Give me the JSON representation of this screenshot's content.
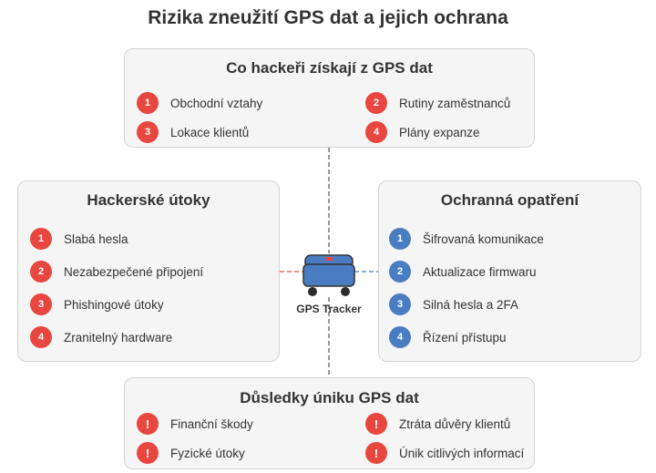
{
  "title": "Rizika zneužití GPS dat a jejich ochrana",
  "device": {
    "label": "GPS Tracker"
  },
  "colors": {
    "red": "#e8473f",
    "blue": "#4a7cc1",
    "box_bg": "#f5f5f5",
    "box_border": "#d4d4d4",
    "text": "#333333"
  },
  "top_box": {
    "title": "Co hackeři získají z GPS dat",
    "items": [
      {
        "badge": "1",
        "label": "Obchodní vztahy"
      },
      {
        "badge": "2",
        "label": "Rutiny zaměstnanců"
      },
      {
        "badge": "3",
        "label": "Lokace klientů"
      },
      {
        "badge": "4",
        "label": "Plány expanze"
      }
    ]
  },
  "left_box": {
    "title": "Hackerské útoky",
    "items": [
      {
        "badge": "1",
        "label": "Slabá hesla"
      },
      {
        "badge": "2",
        "label": "Nezabezpečené připojení"
      },
      {
        "badge": "3",
        "label": "Phishingové útoky"
      },
      {
        "badge": "4",
        "label": "Zranitelný hardware"
      }
    ]
  },
  "right_box": {
    "title": "Ochranná opatření",
    "items": [
      {
        "badge": "1",
        "label": "Šifrovaná komunikace"
      },
      {
        "badge": "2",
        "label": "Aktualizace firmwaru"
      },
      {
        "badge": "3",
        "label": "Silná hesla a 2FA"
      },
      {
        "badge": "4",
        "label": "Řízení přístupu"
      }
    ]
  },
  "bottom_box": {
    "title": "Důsledky úniku GPS dat",
    "items": [
      {
        "badge": "!",
        "label": "Finanční škody"
      },
      {
        "badge": "!",
        "label": "Ztráta důvěry klientů"
      },
      {
        "badge": "!",
        "label": "Fyzické útoky"
      },
      {
        "badge": "!",
        "label": "Únik citlivých informací"
      }
    ]
  }
}
